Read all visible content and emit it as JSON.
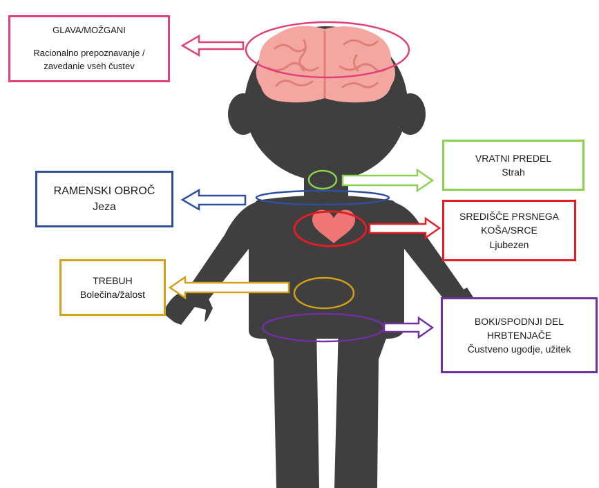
{
  "colors": {
    "silhouette": "#3f3f3f",
    "brain": "#f4a7a1",
    "brain_lines": "#e07f78",
    "heart": "#f07575",
    "head": "#e0407a",
    "neck": "#8bd150",
    "shoulders": "#2f4f9e",
    "chest": "#e01e26",
    "belly": "#d4a017",
    "hips": "#7030a0"
  },
  "labels": {
    "glava": {
      "title": "GLAVA/MOŽGANI",
      "line2": "Racionalno prepoznavanje /",
      "line3": "zavedanie vseh čustev"
    },
    "vrat": {
      "title": "VRATNI PREDEL",
      "emotion": "Strah"
    },
    "ramena": {
      "title": "RAMENSKI OBROČ",
      "emotion": "Jeza"
    },
    "srce": {
      "title": "SREDIŠČE PRSNEGA",
      "line2": "KOŠA/SRCE",
      "emotion": "Ljubezen"
    },
    "trebuh": {
      "title": "TREBUH",
      "emotion": "Bolečina/žalost"
    },
    "boki": {
      "title": "BOKI/SPODNJI DEL",
      "line2": "HRBTENJAČE",
      "emotion": "Čustveno ugodje, užitek"
    }
  }
}
